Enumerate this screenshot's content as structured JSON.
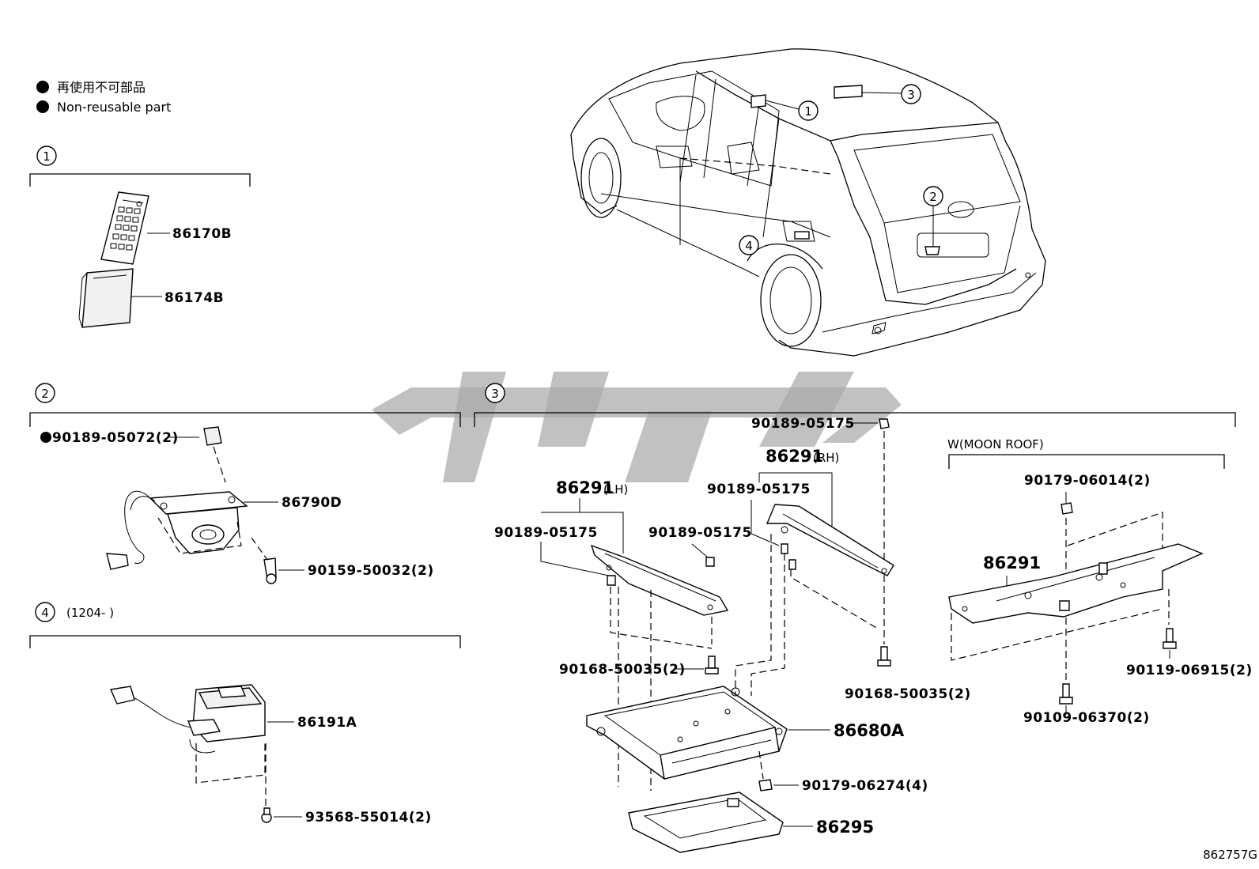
{
  "legend": {
    "line_jp": "再使用不可部品",
    "line_en": "Non-reusable part"
  },
  "sections": {
    "s1": {
      "number": "1"
    },
    "s2": {
      "number": "2"
    },
    "s3": {
      "number": "3"
    },
    "s4": {
      "number": "4",
      "note": "(1204-    )"
    }
  },
  "vehicle_callouts": {
    "c1": "1",
    "c2": "2",
    "c3": "3",
    "c4": "4"
  },
  "parts": {
    "remote": "86170B",
    "remote_holder": "86174B",
    "clip_bullet": "●",
    "clip": "90189-05072(2)",
    "camera": "86790D",
    "camera_screw": "90159-50032(2)",
    "switch": "86191A",
    "switch_screw": "93568-55014(2)",
    "bracket_lh": "86291",
    "bracket_lh_note": "(LH)",
    "bracket_rh": "86291",
    "bracket_rh_note": "(RH)",
    "clip_lh_a": "90189-05175",
    "clip_lh_b": "90189-05175",
    "clip_rh_a": "90189-05175",
    "clip_rh_top": "90189-05175",
    "bolt_lh": "90168-50035(2)",
    "bolt_rh": "90168-50035(2)",
    "display": "86680A",
    "nut": "90179-06274(4)",
    "cover": "86295",
    "moonroof_title": "W(MOON ROOF)",
    "mr_nut": "90179-06014(2)",
    "mr_bracket": "86291",
    "mr_bolt_a": "90119-06915(2)",
    "mr_bolt_b": "90109-06370(2)"
  },
  "figure_id": "862757G",
  "watermark": {
    "description": "stylized arabic logo"
  }
}
